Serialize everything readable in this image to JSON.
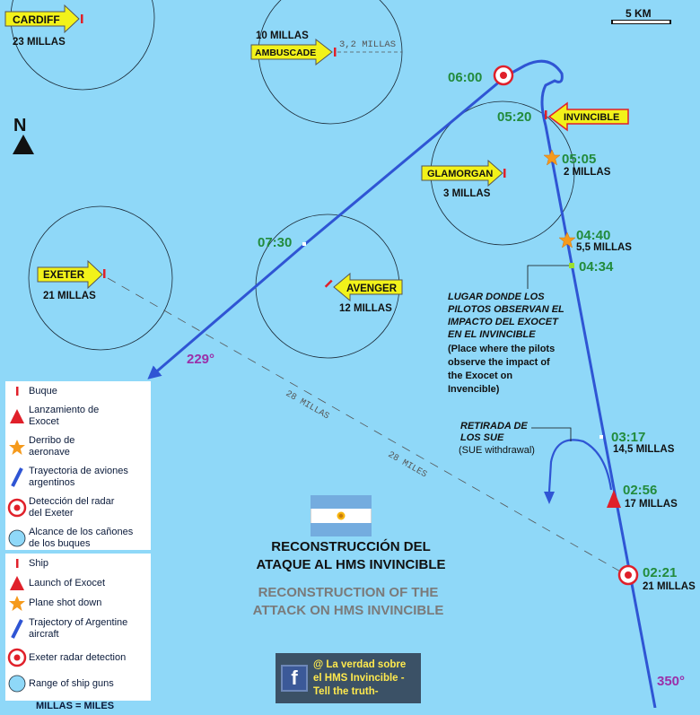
{
  "scale": {
    "label": "5 KM"
  },
  "north": {
    "label": "N"
  },
  "ships": [
    {
      "id": "cardiff",
      "name": "CARDIFF",
      "dist": "23 MILLAS"
    },
    {
      "id": "ambuscade",
      "name": "AMBUSCADE",
      "dist": "10 MILLAS",
      "extra": "3,2 MILLAS"
    },
    {
      "id": "invincible",
      "name": "INVINCIBLE"
    },
    {
      "id": "glamorgan",
      "name": "GLAMORGAN",
      "dist": "3 MILLAS"
    },
    {
      "id": "exeter",
      "name": "EXETER",
      "dist": "21 MILLAS"
    },
    {
      "id": "avenger",
      "name": "AVENGER",
      "dist": "12 MILLAS"
    }
  ],
  "times": {
    "t0600": "06:00",
    "t0520": "05:20",
    "t0505": "05:05",
    "t0505d": "2 MILLAS",
    "t0440": "04:40",
    "t0440d": "5,5 MILLAS",
    "t0434": "04:34",
    "t0730": "07:30",
    "t0317": "03:17",
    "t0317d": "14,5 MILLAS",
    "t0256": "02:56",
    "t0256d": "17 MILLAS",
    "t0221": "02:21",
    "t0221d": "21 MILLAS"
  },
  "bearings": {
    "b229": "229°",
    "b350": "350°"
  },
  "distances": {
    "d28es": "28 MILLAS",
    "d28en": "28 MILES"
  },
  "notes": {
    "impact_es": [
      "LUGAR DONDE LOS",
      "PILOTOS OBSERVAN EL",
      "IMPACTO DEL EXOCET",
      "EN EL INVINCIBLE"
    ],
    "impact_en": [
      "(Place where the pilots",
      "observe the impact of",
      "the Exocet on",
      "Invencible)"
    ],
    "sue_es": [
      "RETIRADA DE",
      "LOS SUE"
    ],
    "sue_en": "(SUE withdrawal)"
  },
  "legend_es": [
    {
      "icon": "ship-icon",
      "text": "Buque"
    },
    {
      "icon": "exocet-icon",
      "text": "Lanzamiento de Exocet"
    },
    {
      "icon": "star-icon",
      "text": "Derribo de aeronave"
    },
    {
      "icon": "track-icon",
      "text": "Trayectoria de aviones argentinos"
    },
    {
      "icon": "radar-icon",
      "text": "Detección del radar del Exeter"
    },
    {
      "icon": "range-icon",
      "text": "Alcance de los cañones de los buques"
    }
  ],
  "legend_en": [
    {
      "icon": "ship-icon",
      "text": "Ship"
    },
    {
      "icon": "exocet-icon",
      "text": "Launch of Exocet"
    },
    {
      "icon": "star-icon",
      "text": "Plane shot down"
    },
    {
      "icon": "track-icon",
      "text": "Trajectory of Argentine aircraft"
    },
    {
      "icon": "radar-icon",
      "text": "Exeter radar detection"
    },
    {
      "icon": "range-icon",
      "text": "Range of ship guns"
    }
  ],
  "legend_footer": "MILLAS = MILES",
  "title_es": [
    "RECONSTRUCCIÓN DEL",
    "ATAQUE AL HMS INVINCIBLE"
  ],
  "title_en": [
    "RECONSTRUCTION OF THE",
    "ATTACK ON HMS INVINCIBLE"
  ],
  "facebook": [
    "@ La verdad sobre",
    "el HMS Invincible -",
    "Tell the truth-"
  ],
  "colors": {
    "sea": "#8fd8f8",
    "track": "#2f55d4",
    "time": "#228b3c",
    "bearing": "#9b2fa8",
    "label_fill": "#f2f21a",
    "radar": "#e0202a",
    "star": "#f59a1c"
  }
}
